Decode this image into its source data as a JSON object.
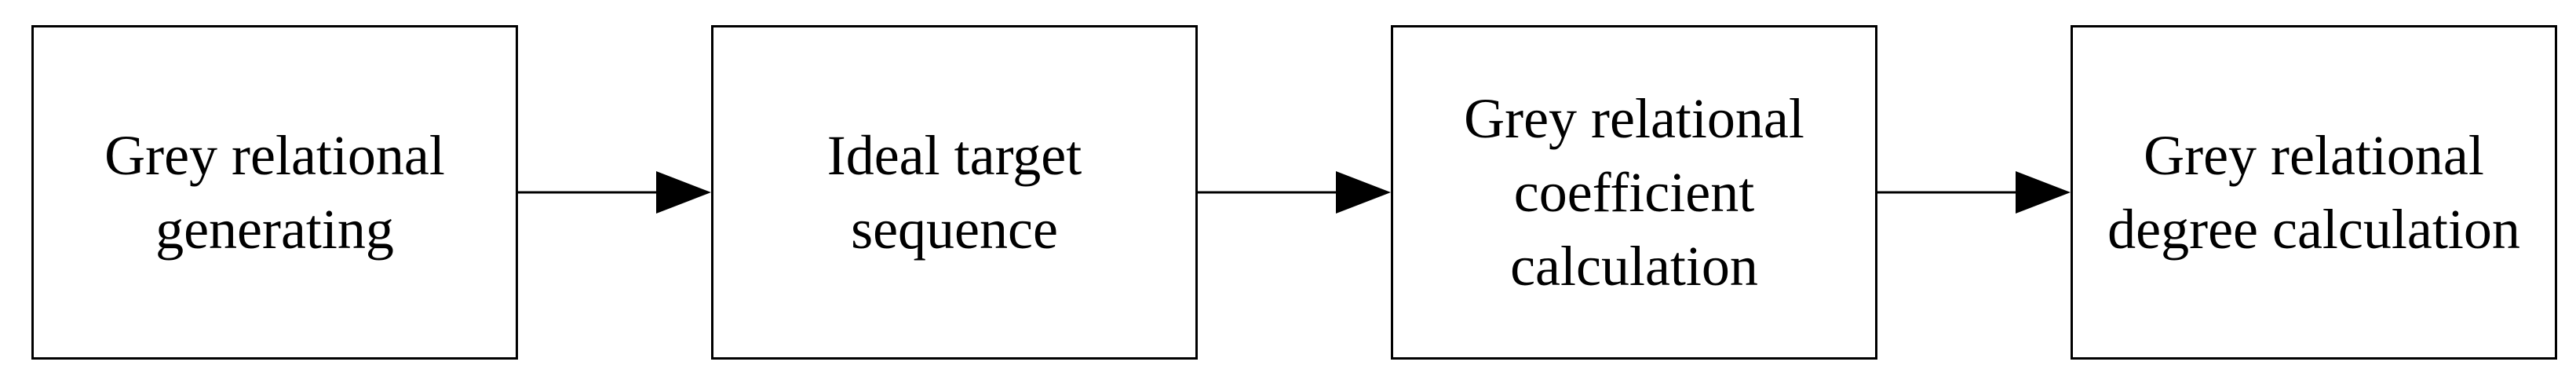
{
  "flow": {
    "steps": [
      {
        "label": "Grey relational\ngenerating"
      },
      {
        "label": "Ideal target\nsequence"
      },
      {
        "label": "Grey relational\ncoefficient\ncalculation"
      },
      {
        "label": "Grey relational\ndegree calculation"
      }
    ]
  },
  "colors": {
    "stroke": "#000000",
    "background": "#ffffff"
  }
}
